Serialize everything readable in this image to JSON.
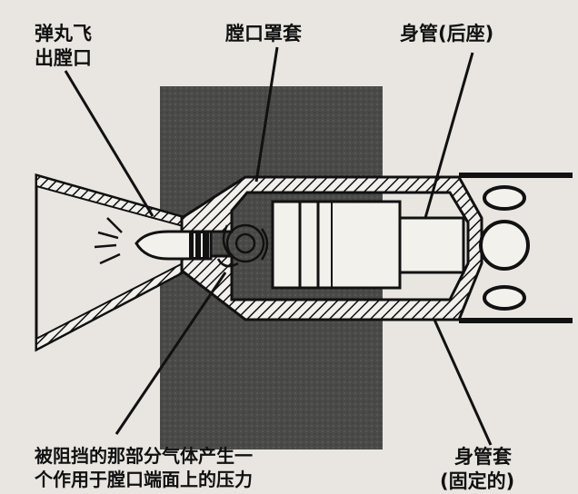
{
  "labels": {
    "bullet_exit_line1": "弹丸飞",
    "bullet_exit_line2": "出膛口",
    "muzzle_cover": "膛口罩套",
    "barrel_recoil": "身管(后座)",
    "blocked_gas_line1": "被阻挡的那部分气体产生一",
    "blocked_gas_line2": "个作用于膛口端面上的压力",
    "barrel_sleeve_line1": "身管套",
    "barrel_sleeve_line2": "(固定的)"
  },
  "colors": {
    "background": "#e9e6e1",
    "ink": "#111111",
    "dark_block": "#4a4a48"
  }
}
